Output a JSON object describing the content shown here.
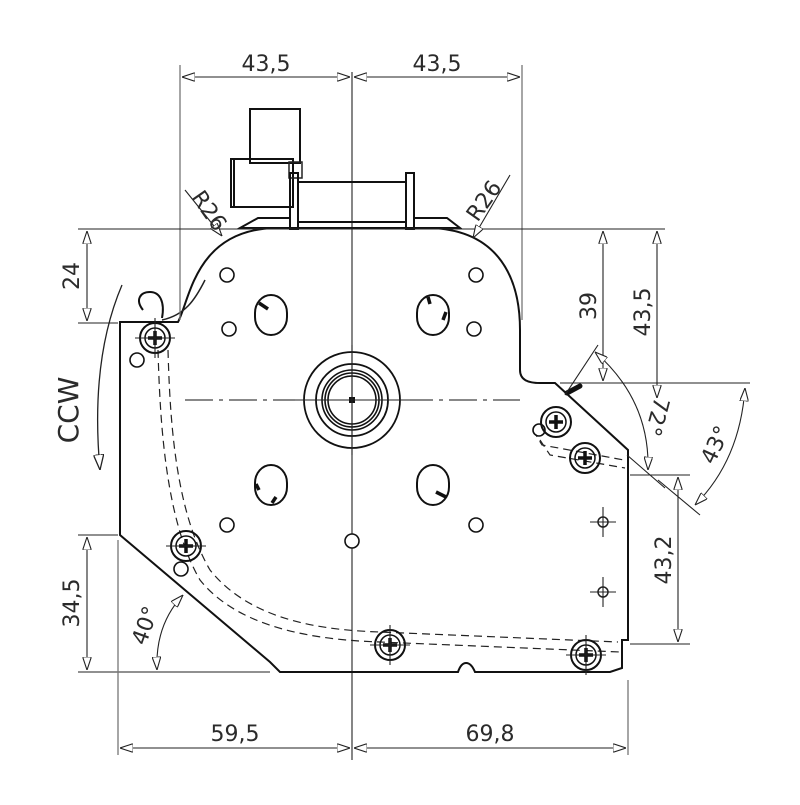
{
  "drawing": {
    "title": "Gear motor technical drawing (front view)",
    "line_color": "#111111",
    "text_color": "#2b2b2b",
    "background": "#ffffff"
  },
  "dimensions": {
    "top_left_width": "43,5",
    "top_right_width": "43,5",
    "left_height_top": "24",
    "right_height_39": "39",
    "right_height_43_5": "43,5",
    "right_height_43_2": "43,2",
    "left_height_bottom": "34,5",
    "bottom_left_width": "59,5",
    "bottom_right_width": "69,8",
    "radius_left": "R26",
    "radius_right": "R26",
    "angle_72": "72°",
    "angle_43": "43°",
    "angle_40": "40°"
  },
  "annotations": {
    "rotation_direction": "CCW"
  },
  "features": {
    "central_shaft": "concentric-rings",
    "screws": 6,
    "slotted_holes": 4,
    "round_holes": 9,
    "connector": "top-left-terminal-block"
  }
}
